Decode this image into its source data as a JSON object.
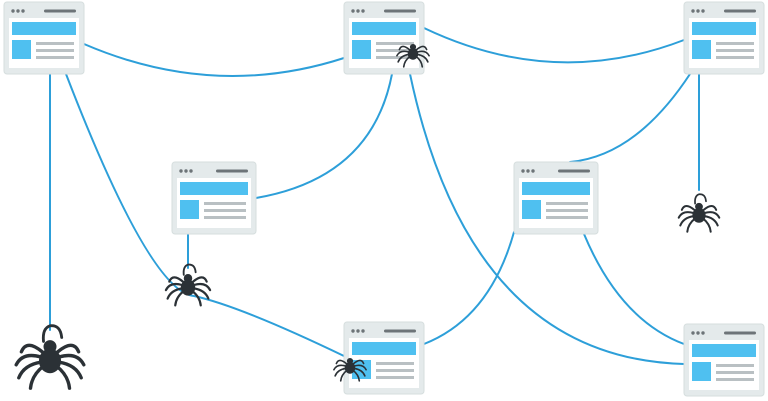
{
  "colors": {
    "background": "#ffffff",
    "web_line": "#2d9fd9",
    "window_frame": "#e4eaeb",
    "window_frame_stroke": "#d6dede",
    "window_body": "#ffffff",
    "window_header_bar": "#6d7478",
    "window_dots": "#6d7478",
    "content_block": "#4fc0f0",
    "content_lines": "#b9c0c3",
    "spider": "#2b3136"
  },
  "icons": {
    "webpage": "webpage-window-icon",
    "spider": "spider-icon"
  },
  "nodes": [
    {
      "id": "page-top-left"
    },
    {
      "id": "page-top-center"
    },
    {
      "id": "page-top-right"
    },
    {
      "id": "page-middle-left"
    },
    {
      "id": "page-middle-right"
    },
    {
      "id": "page-bottom-center"
    },
    {
      "id": "page-bottom-right"
    }
  ],
  "edges": [
    {
      "from": "page-top-left",
      "to": "page-top-center"
    },
    {
      "from": "page-top-center",
      "to": "page-top-right"
    },
    {
      "from": "page-top-center",
      "to": "page-middle-left"
    },
    {
      "from": "page-top-center",
      "to": "page-bottom-right"
    },
    {
      "from": "page-top-right",
      "to": "page-middle-right"
    },
    {
      "from": "page-top-left",
      "to": "page-bottom-center"
    },
    {
      "from": "page-middle-right",
      "to": "page-bottom-center"
    },
    {
      "from": "page-middle-right",
      "to": "page-bottom-right"
    },
    {
      "from": "page-middle-left",
      "to": "spider-on-thread-middle"
    },
    {
      "from": "page-top-left",
      "to": "spider-large-bottom-left"
    },
    {
      "from": "page-top-right",
      "to": "spider-hanging-right"
    }
  ],
  "spiders": [
    {
      "id": "spider-on-top-center-page"
    },
    {
      "id": "spider-hanging-right"
    },
    {
      "id": "spider-on-thread-middle"
    },
    {
      "id": "spider-large-bottom-left"
    },
    {
      "id": "spider-on-bottom-center-page"
    }
  ]
}
